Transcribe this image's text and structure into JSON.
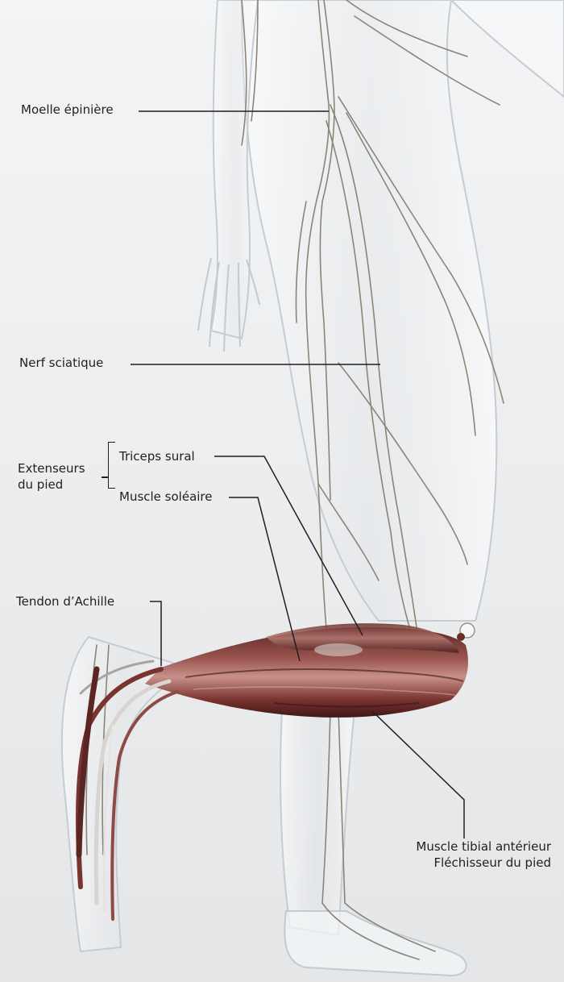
{
  "labels": {
    "spinal_cord": "Moelle épinière",
    "sciatic_nerve": "Nerf sciatique",
    "extensors_line1": "Extenseurs",
    "extensors_line2": "du pied",
    "triceps": "Triceps sural",
    "soleus": "Muscle soléaire",
    "achilles": "Tendon d’Achille",
    "tibialis_line1": "Muscle tibial antérieur",
    "tibialis_line2": "Fléchisseur du pied"
  },
  "colors": {
    "background_top": "#f2f3f4",
    "background_bottom": "#e6e8ea",
    "body_outline": "#c9ced3",
    "nerve": "#8a8576",
    "muscle_dark": "#4a1f1d",
    "muscle_mid": "#8e4a44",
    "muscle_light": "#c48f86",
    "leader_line": "#1f1f1f"
  }
}
